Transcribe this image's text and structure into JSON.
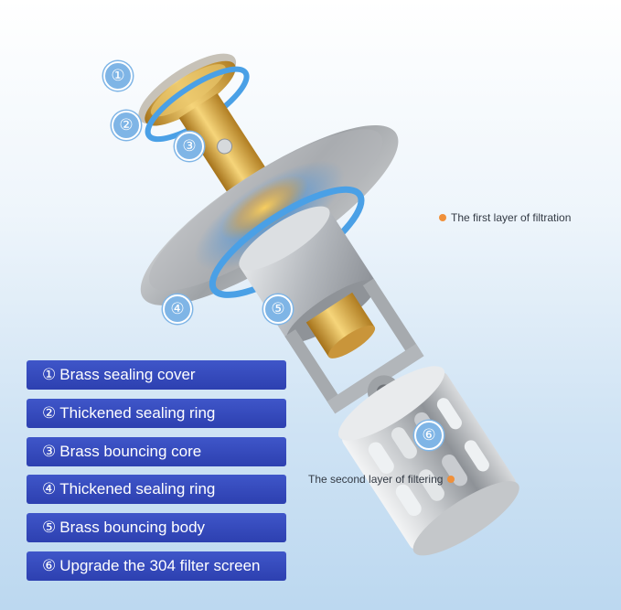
{
  "badges": {
    "b1": "①",
    "b2": "②",
    "b3": "③",
    "b4": "④",
    "b5": "⑤",
    "b6": "⑥"
  },
  "callouts": {
    "first_layer": "The first layer of filtration",
    "second_layer": "The second layer of filtering"
  },
  "legend": {
    "items": [
      {
        "num": "①",
        "label": "Brass sealing cover"
      },
      {
        "num": "②",
        "label": "Thickened sealing ring"
      },
      {
        "num": "③",
        "label": "Brass bouncing core"
      },
      {
        "num": "④",
        "label": "Thickened sealing ring"
      },
      {
        "num": "⑤",
        "label": "Brass bouncing body"
      },
      {
        "num": "⑥",
        "label": "Upgrade the 304 filter screen"
      }
    ]
  },
  "colors": {
    "brass": "#d9a93a",
    "steel": "#b9bdc2",
    "blue_ring": "#4a9be0",
    "legend_bg": "#3448bb",
    "badge": "#7fb5e6",
    "accent_dot": "#f0903a"
  }
}
